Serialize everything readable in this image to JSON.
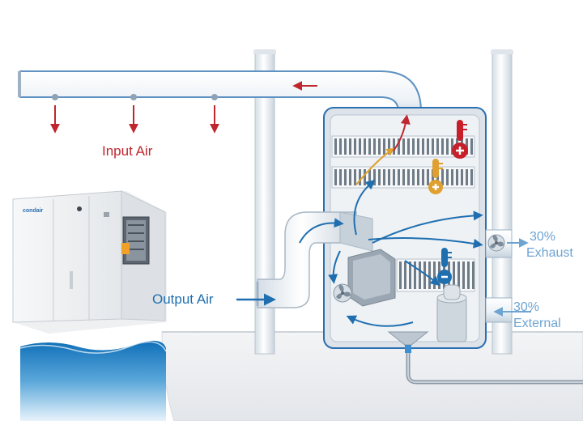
{
  "labels": {
    "input_air": "Input Air",
    "output_air": "Output Air",
    "exhaust_pct": "30%",
    "exhaust": "Exhaust",
    "external_pct": "30%",
    "external": "External"
  },
  "brand": {
    "logo_text": "condair"
  },
  "colors": {
    "input_air": "#c0262d",
    "output_air": "#1f6fb0",
    "exhaust_external": "#6ea4d2",
    "hot_indicator": "#c8202a",
    "warm_indicator": "#e0a030",
    "cold_indicator": "#1f6fb0",
    "water": "#1f7fc4"
  },
  "icons": [
    "arrow-down-icon",
    "fan-icon",
    "thermometer-plus-icon",
    "thermometer-minus-icon",
    "funnel-drain-icon"
  ]
}
